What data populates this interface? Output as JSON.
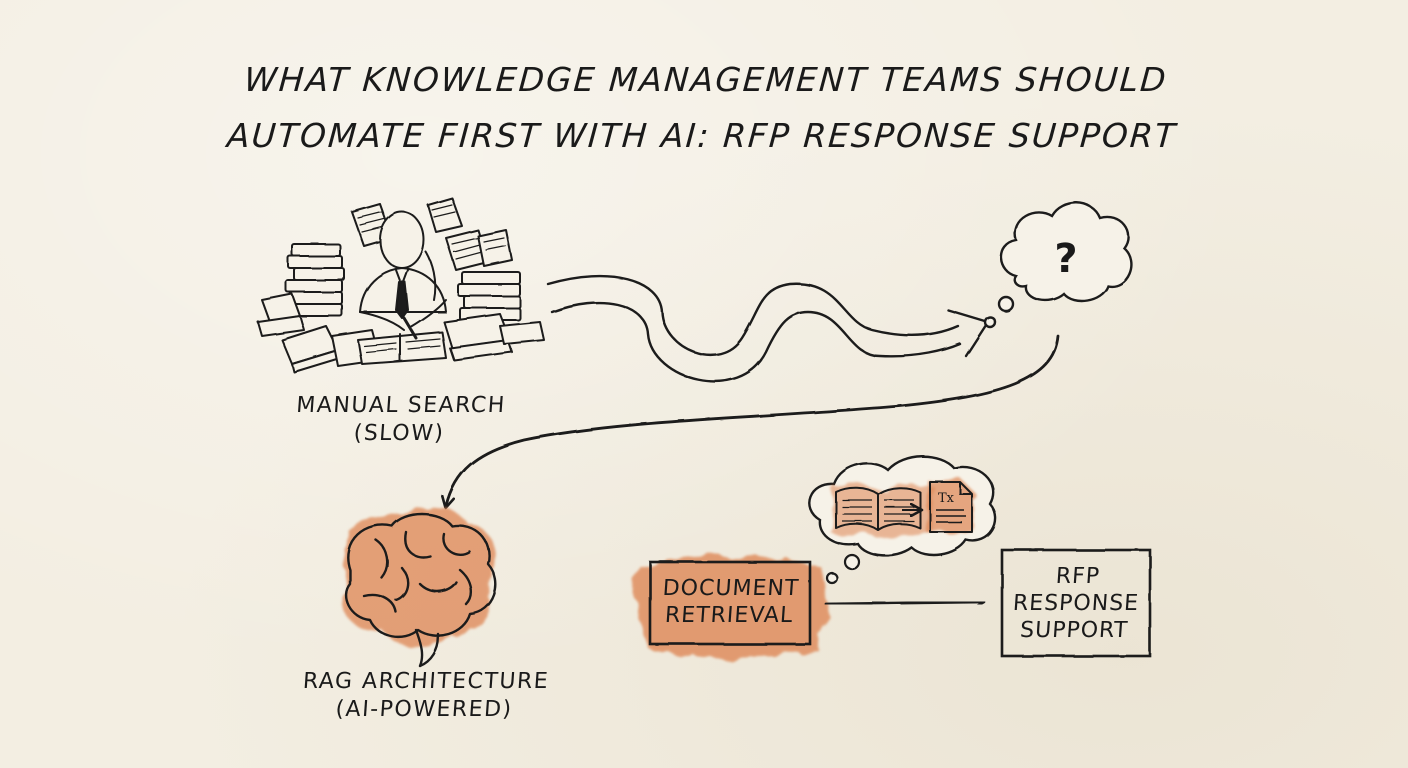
{
  "title": {
    "line1": "WHAT KNOWLEDGE MANAGEMENT TEAMS SHOULD",
    "line2": "AUTOMATE FIRST WITH AI: RFP RESPONSE SUPPORT"
  },
  "manual_search": {
    "line1": "MANUAL SEARCH",
    "line2": "(SLOW)"
  },
  "thought_bubble": {
    "symbol": "?"
  },
  "rag": {
    "line1": "RAG ARCHITECTURE",
    "line2": "(AI-POWERED)"
  },
  "document_retrieval": {
    "line1": "DOCUMENT",
    "line2": "RETRIEVAL"
  },
  "retrieval_bubble": {
    "doc_symbol": "Tx"
  },
  "rfp_support": {
    "line1": "RFP",
    "line2": "RESPONSE",
    "line3": "SUPPORT"
  },
  "colors": {
    "ink": "#1a1a1a",
    "paper": "#f3eee2",
    "accent_orange": "#d9733f"
  },
  "icons": [
    "overwhelmed-worker-icon",
    "question-cloud-icon",
    "brain-icon",
    "open-book-icon",
    "document-icon"
  ]
}
